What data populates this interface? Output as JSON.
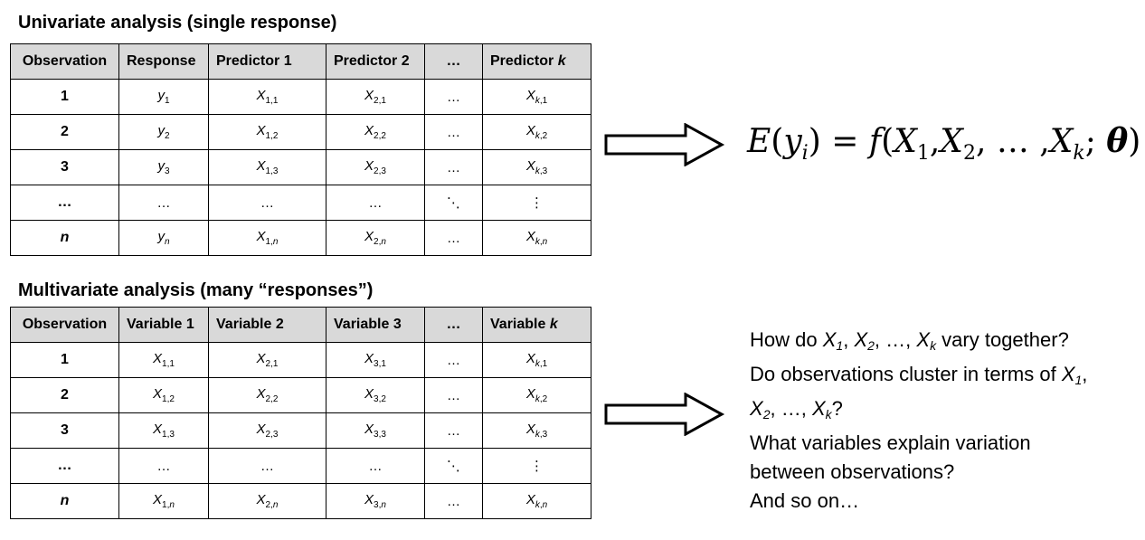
{
  "univariate": {
    "title": "Univariate analysis (single response)",
    "headers": [
      "Observation",
      "Response",
      "Predictor 1",
      "Predictor 2",
      "…",
      "Predictor k"
    ],
    "header_last_prefix": "Predictor ",
    "header_last_var": "k",
    "rows": [
      [
        "1",
        "y|1",
        "X|1,1",
        "X|2,1",
        "…",
        "X|k,1"
      ],
      [
        "2",
        "y|2",
        "X|1,2",
        "X|2,2",
        "…",
        "X|k,2"
      ],
      [
        "3",
        "y|3",
        "X|1,3",
        "X|2,3",
        "…",
        "X|k,3"
      ],
      [
        "…",
        "…",
        "…",
        "…",
        "⋱",
        "⋮"
      ],
      [
        "n",
        "y|n",
        "X|1,n",
        "X|2,n",
        "…",
        "X|k,n"
      ]
    ]
  },
  "multivariate": {
    "title": "Multivariate analysis (many “responses”)",
    "headers": [
      "Observation",
      "Variable 1",
      "Variable 2",
      "Variable 3",
      "…",
      "Variable k"
    ],
    "header_last_prefix": "Variable ",
    "header_last_var": "k",
    "rows": [
      [
        "1",
        "X|1,1",
        "X|2,1",
        "X|3,1",
        "…",
        "X|k,1"
      ],
      [
        "2",
        "X|1,2",
        "X|2,2",
        "X|3,2",
        "…",
        "X|k,2"
      ],
      [
        "3",
        "X|1,3",
        "X|2,3",
        "X|3,3",
        "…",
        "X|k,3"
      ],
      [
        "…",
        "…",
        "…",
        "…",
        "⋱",
        "⋮"
      ],
      [
        "n",
        "X|1,n",
        "X|2,n",
        "X|3,n",
        "…",
        "X|k,n"
      ]
    ]
  },
  "formula": "E(y_i) = f(X_1, X_2, …, X_k; θ)",
  "questions": [
    "How do X1, X2, …, Xk vary together?",
    "Do observations cluster in terms of X1,",
    "X2, …, Xk?",
    "What variables explain variation",
    "between observations?",
    "And so on…"
  ],
  "colors": {
    "header_bg": "#d9d9d9",
    "border": "#000000"
  }
}
